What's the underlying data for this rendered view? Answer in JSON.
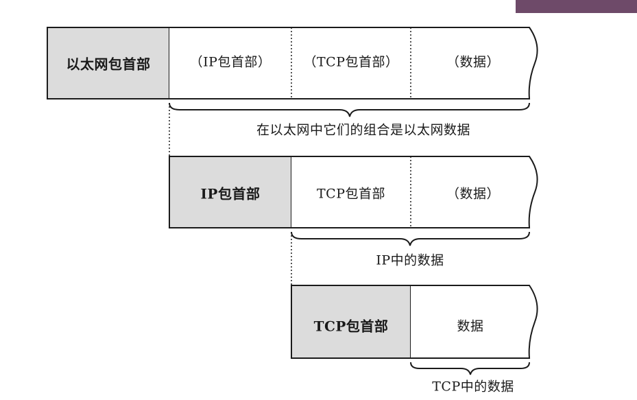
{
  "colors": {
    "accent": "#6e4a69",
    "header_fill": "#dcdcdc",
    "line": "#1a1a1a"
  },
  "row1": {
    "header": "以太网包首部",
    "ip": "（IP包首部）",
    "tcp": "（TCP包首部）",
    "data": "（数据）",
    "caption": "在以太网中它们的组合是以太网数据"
  },
  "row2": {
    "header": "IP包首部",
    "tcp": "TCP包首部",
    "data": "（数据）",
    "caption": "IP中的数据"
  },
  "row3": {
    "header": "TCP包首部",
    "data": "数据",
    "caption": "TCP中的数据"
  }
}
